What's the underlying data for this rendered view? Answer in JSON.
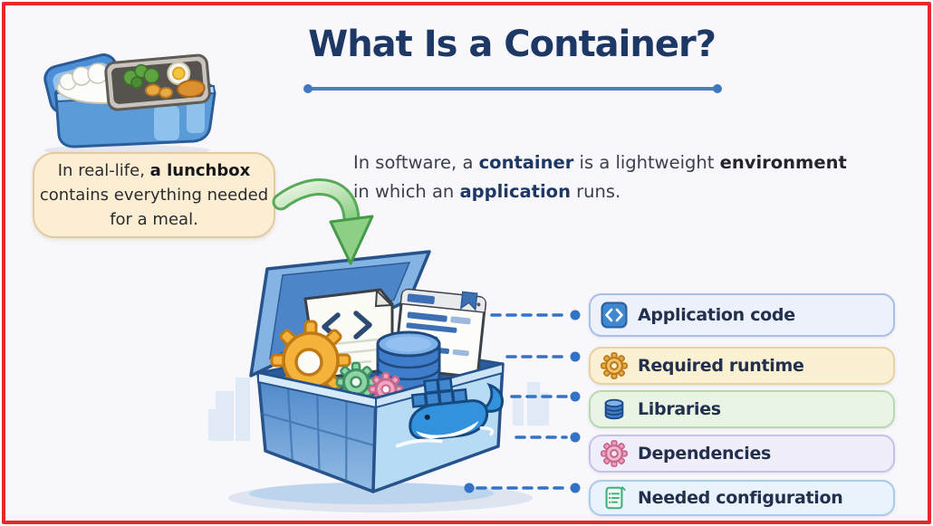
{
  "header": {
    "title": "What Is a Container?"
  },
  "bubble": {
    "line1_regular": "In real-life,",
    "line1_bold": "a lunchbox",
    "line2": "contains everything needed",
    "line3": "for a meal."
  },
  "definition": {
    "line1": [
      {
        "text": "In software, a ",
        "bold": false
      },
      {
        "text": "container",
        "bold": true
      },
      {
        "text": " is a lightweight ",
        "bold": false
      },
      {
        "text": "environment",
        "bold": true
      }
    ],
    "line2": [
      {
        "text": "in which an ",
        "bold": false
      },
      {
        "text": "application",
        "bold": true
      },
      {
        "text": " runs.",
        "bold": false
      }
    ]
  },
  "container_contents": [
    {
      "label": "Application code",
      "icon": "code-icon",
      "bg": "#edf1fb",
      "border": "#a9bfe6"
    },
    {
      "label": "Required runtime",
      "icon": "gear-orange-icon",
      "bg": "#fcf0d2",
      "border": "#e6d2a4"
    },
    {
      "label": "Libraries",
      "icon": "database-icon",
      "bg": "#eaf4e4",
      "border": "#bbd7b1"
    },
    {
      "label": "Dependencies",
      "icon": "gear-pink-icon",
      "bg": "#f1eefb",
      "border": "#c9c0ea"
    },
    {
      "label": "Needed configuration",
      "icon": "config-doc-icon",
      "bg": "#e8f3fc",
      "border": "#aacae9"
    }
  ],
  "colors": {
    "frame_border": "#e8262d",
    "background": "#f8f7fb",
    "title": "#1d3864",
    "accent_line": "#4a7fc1",
    "connector": "#3273c8",
    "bubble_bg": "#fbeed3",
    "bubble_border": "#e2cba2",
    "docker_blue": "#3392dc"
  }
}
